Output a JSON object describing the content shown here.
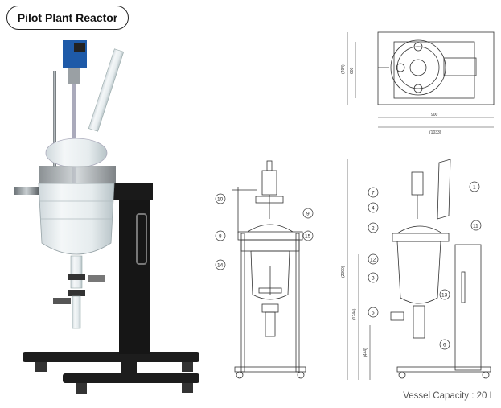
{
  "title": "Pilot Plant Reactor",
  "caption": "Vessel Capacity : 20 L",
  "top_view_dims": {
    "height_inner": "(494)",
    "height_outer": "600",
    "width_inner": "900",
    "width_outer": "(1033)"
  },
  "side_view_dims": {
    "overall_height": "(2090)",
    "mid_height": "(1244)",
    "low_height": "(444)"
  },
  "front_labels": [
    "10",
    "9",
    "8",
    "15",
    "14"
  ],
  "side_labels": [
    "1",
    "7",
    "4",
    "2",
    "11",
    "12",
    "3",
    "13",
    "5",
    "6"
  ]
}
